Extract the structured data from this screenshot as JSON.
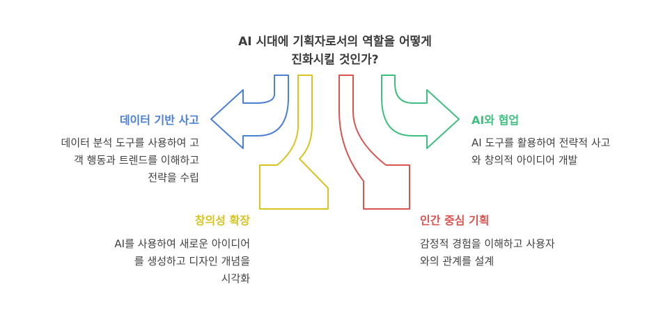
{
  "title": {
    "line1": "AI 시대에 기획자로서의 역할을 어떻게",
    "line2": "진화시킬 것인가?"
  },
  "items": [
    {
      "key": "data",
      "heading": "데이터 기반 사고",
      "color": "#4a7fd6",
      "desc_lines": [
        "데이터 분석 도구를 사용하여 고",
        "객 행동과 트렌드를 이해하고",
        "전략을 수립"
      ]
    },
    {
      "key": "creative",
      "heading": "창의성 확장",
      "color": "#d8c320",
      "desc_lines": [
        "AI를 사용하여 새로운 아이디어",
        "를 생성하고 디자인 개념을",
        "시각화"
      ]
    },
    {
      "key": "human",
      "heading": "인간 중심 기획",
      "color": "#d9534f",
      "desc_lines": [
        "감정적 경험을 이해하고 사용자",
        "와의 관계를 설계"
      ]
    },
    {
      "key": "ai",
      "heading": "AI와 협업",
      "color": "#3fbf7f",
      "desc_lines": [
        "AI 도구를 활용하여 전략적 사고",
        "와 창의적 아이디어 개발"
      ]
    }
  ]
}
